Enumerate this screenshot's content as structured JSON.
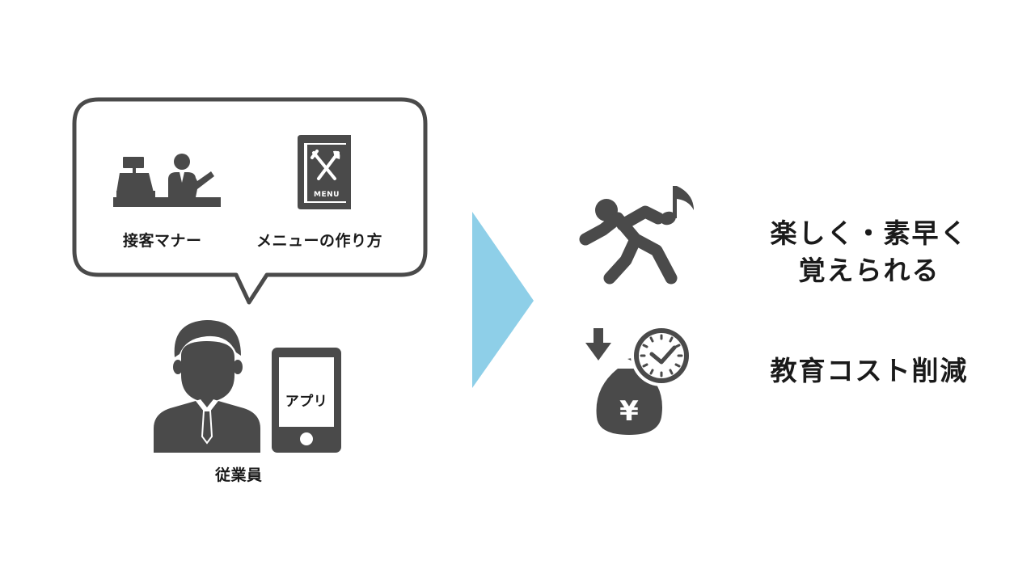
{
  "colors": {
    "icon": "#4a4a4a",
    "arrow": "#8ecfe8",
    "bubble_border": "#4a4a4a",
    "text": "#1a1a1a"
  },
  "bubble": {
    "item1": {
      "icon": "cash-register-clerk-icon",
      "label": "接客マナー"
    },
    "item2": {
      "icon": "menu-book-icon",
      "label": "メニューの作り方",
      "book_text": "MENU"
    }
  },
  "employee": {
    "icon": "businessman-icon",
    "label": "従業員",
    "phone": {
      "icon": "smartphone-icon",
      "screen_text": "アプリ"
    }
  },
  "arrow": {
    "icon": "triangle-arrow-right-icon"
  },
  "benefits": [
    {
      "icon": "dancing-person-music-icon",
      "line1": "楽しく・素早く",
      "line2": "覚えられる"
    },
    {
      "icon": "money-bag-clock-down-icon",
      "currency_symbol": "¥",
      "line1": "教育コスト削減"
    }
  ]
}
